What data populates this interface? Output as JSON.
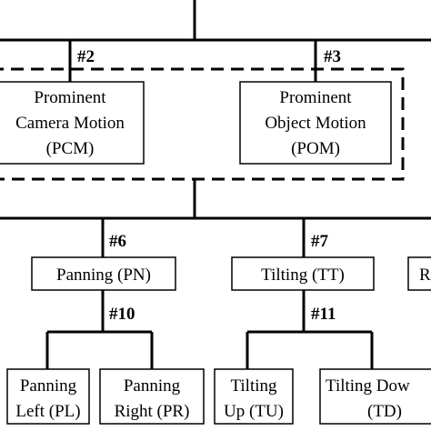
{
  "branches": [
    {
      "id": "b2",
      "label": "#2"
    },
    {
      "id": "b3",
      "label": "#3"
    },
    {
      "id": "b6",
      "label": "#6"
    },
    {
      "id": "b7",
      "label": "#7"
    },
    {
      "id": "b10",
      "label": "#10"
    },
    {
      "id": "b11",
      "label": "#11"
    }
  ],
  "nodes": [
    {
      "id": "pcm",
      "lines": [
        "Prominent",
        "Camera Motion",
        "(PCM)"
      ]
    },
    {
      "id": "pom",
      "lines": [
        "Prominent",
        "Object Motion",
        "(POM)"
      ]
    },
    {
      "id": "pn",
      "lines": [
        "Panning (PN)"
      ]
    },
    {
      "id": "tt",
      "lines": [
        "Tilting (TT)"
      ]
    },
    {
      "id": "r",
      "lines": [
        "R"
      ]
    },
    {
      "id": "pl",
      "lines": [
        "Panning",
        "Left (PL)"
      ]
    },
    {
      "id": "pr",
      "lines": [
        "Panning",
        "Right (PR)"
      ]
    },
    {
      "id": "tu",
      "lines": [
        "Tilting",
        "Up (TU)"
      ]
    },
    {
      "id": "td",
      "lines": [
        "Tilting Dow",
        "(TD)"
      ]
    }
  ]
}
